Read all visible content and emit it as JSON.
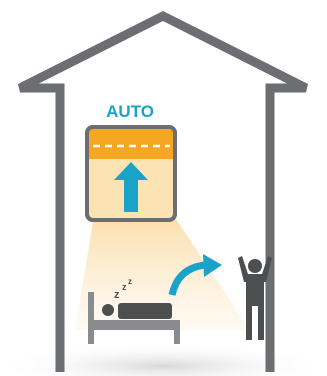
{
  "label": "AUTO",
  "colors": {
    "outline": "#6d6e71",
    "accent": "#1aa3c8",
    "shade_orange": "#f5a623",
    "shade_fill": "#fbe3b4",
    "light_beam": "#fde9c4",
    "figure": "#4d4e50",
    "bed": "#8a8b8e",
    "floor_shadow": "#d9d9d9"
  },
  "icons": [
    "house-outline",
    "window-shade",
    "up-arrow-icon",
    "light-beam",
    "sleeping-person-in-bed",
    "zzz-icon",
    "curved-arrow-icon",
    "standing-person-icon"
  ]
}
